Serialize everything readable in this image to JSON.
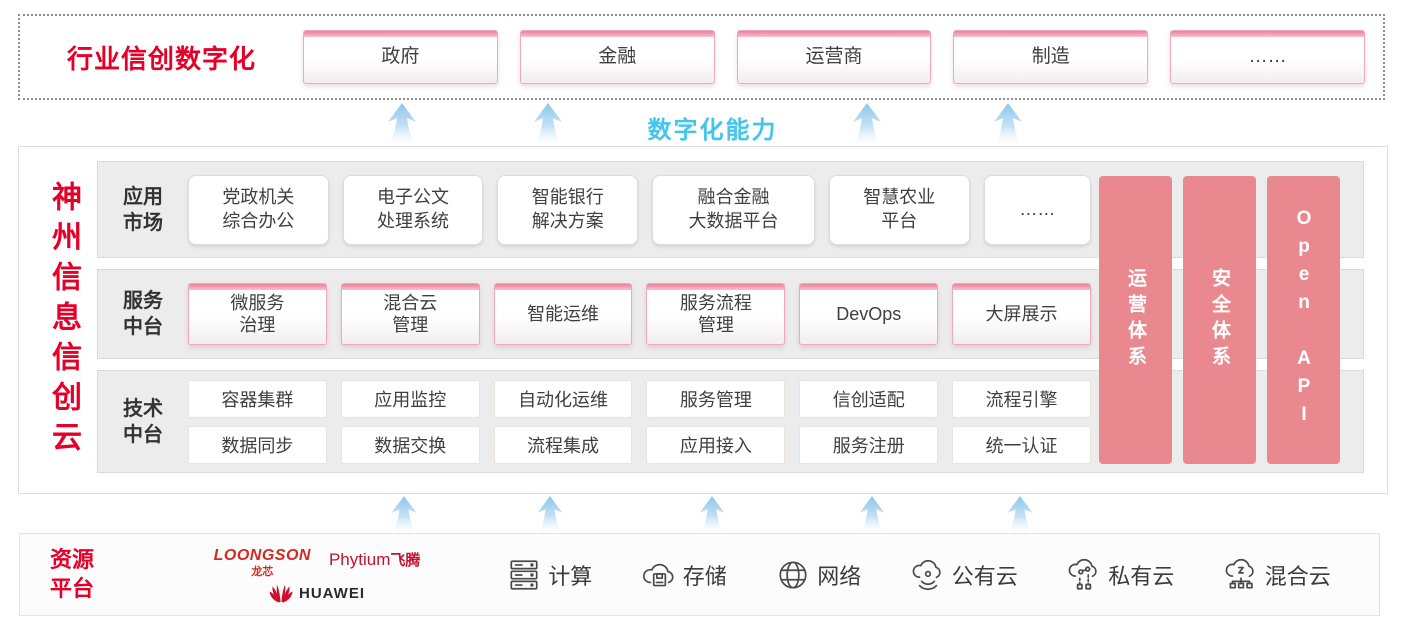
{
  "colors": {
    "brand_red": "#e60028",
    "pillar_pink": "#e9898f",
    "arrow_blue": "#9ecdec",
    "capability_cyan": "#45c4ec"
  },
  "banner": {
    "title": "行业信创数字化",
    "items": [
      "政府",
      "金融",
      "运营商",
      "制造",
      "……"
    ]
  },
  "capability_label": "数字化能力",
  "main": {
    "side_title": "神州信息信创云",
    "app_row": {
      "label": "应用\n市场",
      "items": [
        "党政机关\n综合办公",
        "电子公文\n处理系统",
        "智能银行\n解决方案",
        "融合金融\n大数据平台",
        "智慧农业\n平台",
        "……"
      ]
    },
    "service_row": {
      "label": "服务\n中台",
      "items": [
        "微服务\n治理",
        "混合云\n管理",
        "智能运维",
        "服务流程\n管理",
        "DevOps",
        "大屏展示"
      ]
    },
    "tech_row": {
      "label": "技术\n中台",
      "items_top": [
        "容器集群",
        "应用监控",
        "自动化运维",
        "服务管理",
        "信创适配",
        "流程引擎"
      ],
      "items_bottom": [
        "数据同步",
        "数据交换",
        "流程集成",
        "应用接入",
        "服务注册",
        "统一认证"
      ]
    },
    "pillars": [
      {
        "label": "运营体系"
      },
      {
        "label": "安全体系"
      },
      {
        "label": "Open API"
      }
    ]
  },
  "resources": {
    "label": "资源\n平台",
    "logos": {
      "loongson": {
        "name": "LOONGSON",
        "sub": "龙芯"
      },
      "phytium": {
        "name": "Phytium",
        "sub": "飞腾"
      },
      "huawei": {
        "name": "HUAWEI"
      }
    },
    "items": [
      {
        "icon": "compute-server-icon",
        "label": "计算"
      },
      {
        "icon": "storage-icon",
        "label": "存储"
      },
      {
        "icon": "network-icon",
        "label": "网络"
      },
      {
        "icon": "public-cloud-icon",
        "label": "公有云"
      },
      {
        "icon": "private-cloud-icon",
        "label": "私有云"
      },
      {
        "icon": "hybrid-cloud-icon",
        "label": "混合云"
      }
    ]
  }
}
